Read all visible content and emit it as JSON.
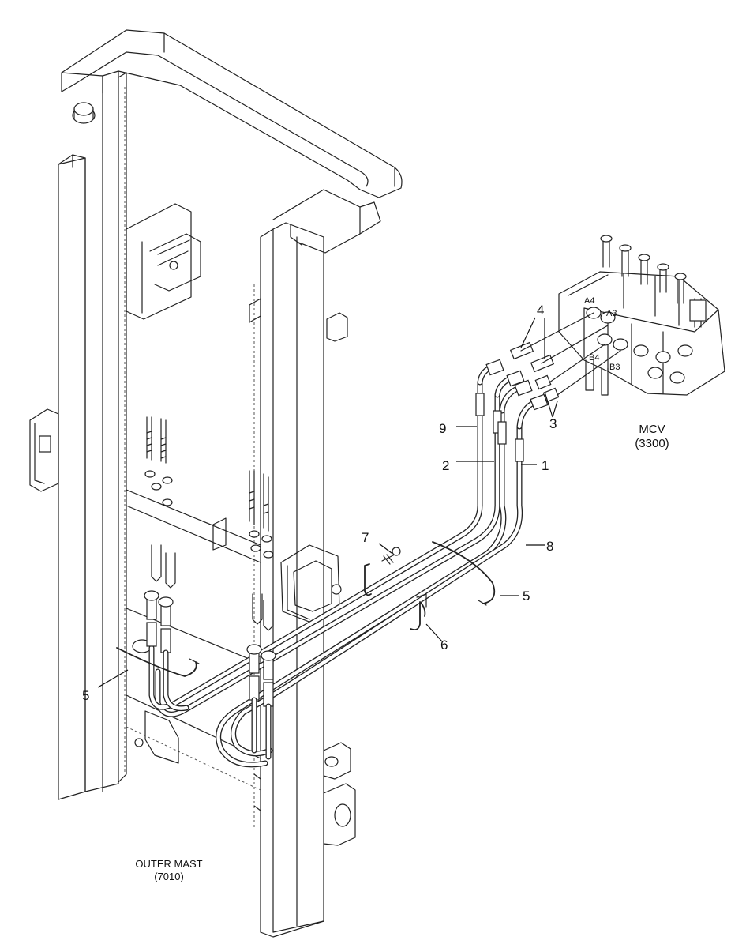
{
  "callouts": {
    "c1": "1",
    "c2": "2",
    "c3": "3",
    "c4": "4",
    "c5a": "5",
    "c5b": "5",
    "c6": "6",
    "c7": "7",
    "c8": "8",
    "c9": "9"
  },
  "ports": {
    "a4": "A4",
    "a3": "A3",
    "b4": "B4",
    "b3": "B3"
  },
  "mcv": {
    "name": "MCV",
    "code": "(3300)"
  },
  "mast": {
    "name": "OUTER MAST",
    "code": "(7010)"
  }
}
